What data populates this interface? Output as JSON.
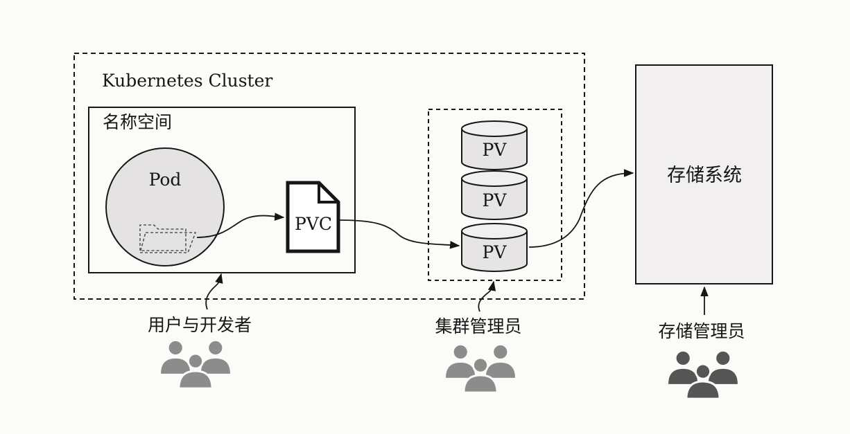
{
  "cluster": {
    "title": "Kubernetes Cluster"
  },
  "namespace": {
    "title": "名称空间"
  },
  "pod": {
    "label": "Pod"
  },
  "pvc": {
    "label": "PVC"
  },
  "pv_pool": {
    "items": [
      "PV",
      "PV",
      "PV"
    ]
  },
  "storage": {
    "label": "存储系统"
  },
  "roles": {
    "developers": "用户与开发者",
    "cluster_admins": "集群管理员",
    "storage_admins": "存储管理员"
  },
  "colors": {
    "ink": "#161616",
    "pod_fill": "#e4e2e2",
    "pv_fill": "#e6e4e4",
    "storage_fill": "#f1efef",
    "user_gray": "#8c8c8c",
    "user_dark": "#555555"
  }
}
